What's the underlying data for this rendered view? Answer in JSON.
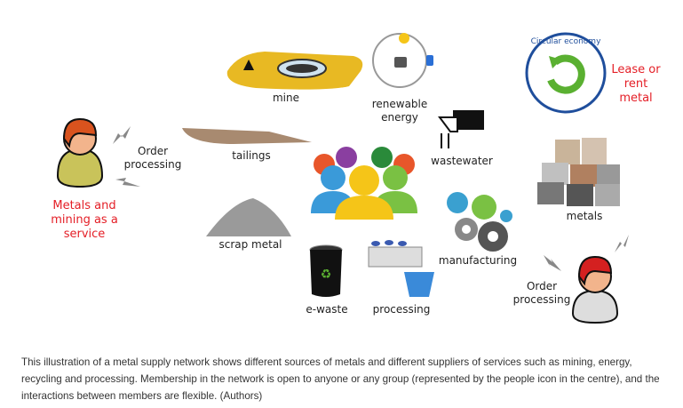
{
  "nodes": {
    "mine": "mine",
    "renewable_energy": [
      "renewable",
      "energy"
    ],
    "circular_economy": "Circular economy",
    "lease": [
      "Lease or",
      "rent",
      "metal"
    ],
    "order_processing_left": [
      "Order",
      "processing"
    ],
    "maas": [
      "Metals and",
      "mining as a",
      "service"
    ],
    "tailings": "tailings",
    "wastewater": "wastewater",
    "metals": "metals",
    "manufacturing": "manufacturing",
    "scrap_metal": "scrap metal",
    "e_waste": "e-waste",
    "processing": "processing",
    "order_processing_right": [
      "Order",
      "processing"
    ]
  },
  "colors": {
    "red_text": "#e41e26",
    "mine": "#e8b923",
    "circle_border": "#1f4e9c",
    "arrow": "#5ab031"
  },
  "caption": "This illustration of a metal supply network shows different sources of metals and different suppliers of services such as mining, energy, recycling and processing. Membership in the network is open to anyone or any group (represented by the people icon in the centre), and the interactions between members are flexible. (Authors)"
}
